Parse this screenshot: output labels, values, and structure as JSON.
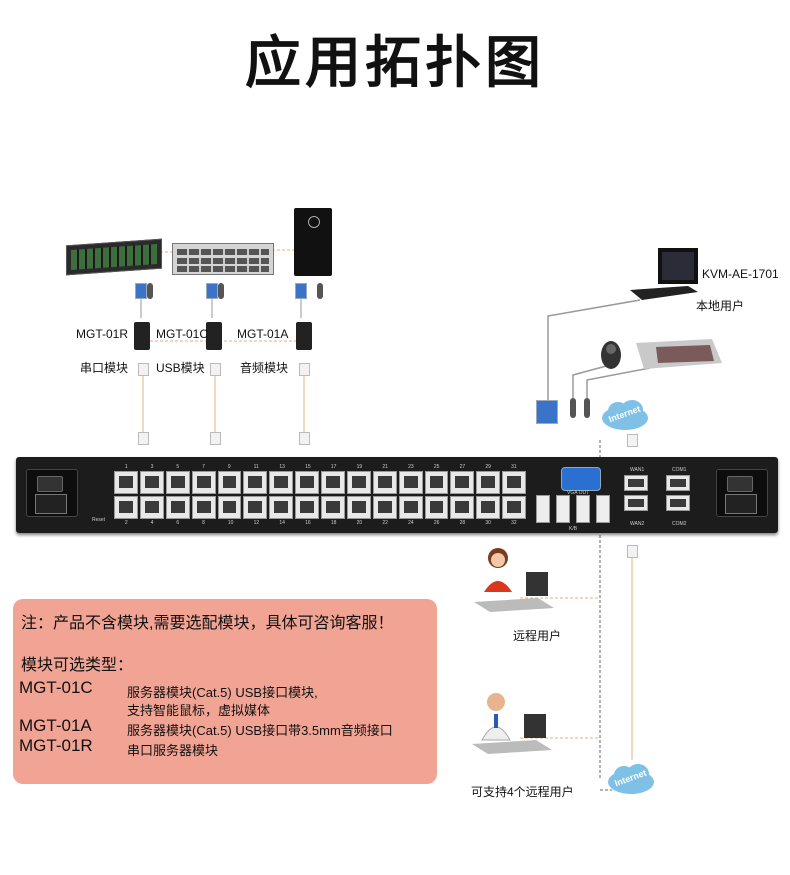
{
  "title": "应用拓扑图",
  "modules": [
    {
      "model": "MGT-01R",
      "name": "串口模块"
    },
    {
      "model": "MGT-01C",
      "name": "USB模块"
    },
    {
      "model": "MGT-01A",
      "name": "音频模块"
    }
  ],
  "local": {
    "model": "KVM-AE-1701",
    "label": "本地用户"
  },
  "remote_user_label": "远程用户",
  "remote_support_label": "可支持4个远程用户",
  "cloud_label": "Internet",
  "kvm": {
    "ports_top": [
      "1",
      "3",
      "5",
      "7",
      "9",
      "11",
      "13",
      "15",
      "17",
      "19",
      "21",
      "23",
      "25",
      "27",
      "29",
      "31"
    ],
    "ports_bottom": [
      "2",
      "4",
      "6",
      "8",
      "10",
      "12",
      "14",
      "16",
      "18",
      "20",
      "22",
      "24",
      "26",
      "28",
      "30",
      "32"
    ],
    "reset": "Reset",
    "vga": "VGA OUT",
    "kb": "K/B",
    "lan1": "WAN1",
    "lan2": "WAN2",
    "com1": "COM1",
    "com2": "COM2"
  },
  "note": {
    "line1": "注：产品不含模块,需要选配模块，具体可咨询客服！",
    "heading": "模块可选类型：",
    "items": [
      {
        "model": "MGT-01C",
        "desc": "服务器模块(Cat.5) USB接口模块,",
        "desc2": "支持智能鼠标，虚拟媒体"
      },
      {
        "model": "MGT-01A",
        "desc": "服务器模块(Cat.5) USB接口带3.5mm音频接口"
      },
      {
        "model": "MGT-01R",
        "desc": "串口服务器模块"
      }
    ]
  },
  "colors": {
    "note_bg": "#f2a494",
    "kvm_body": "#1c1c1c",
    "cable_orange": "#e3b27f",
    "cable_gray": "#9a9a9a",
    "cloud": "#7fc1e6"
  }
}
